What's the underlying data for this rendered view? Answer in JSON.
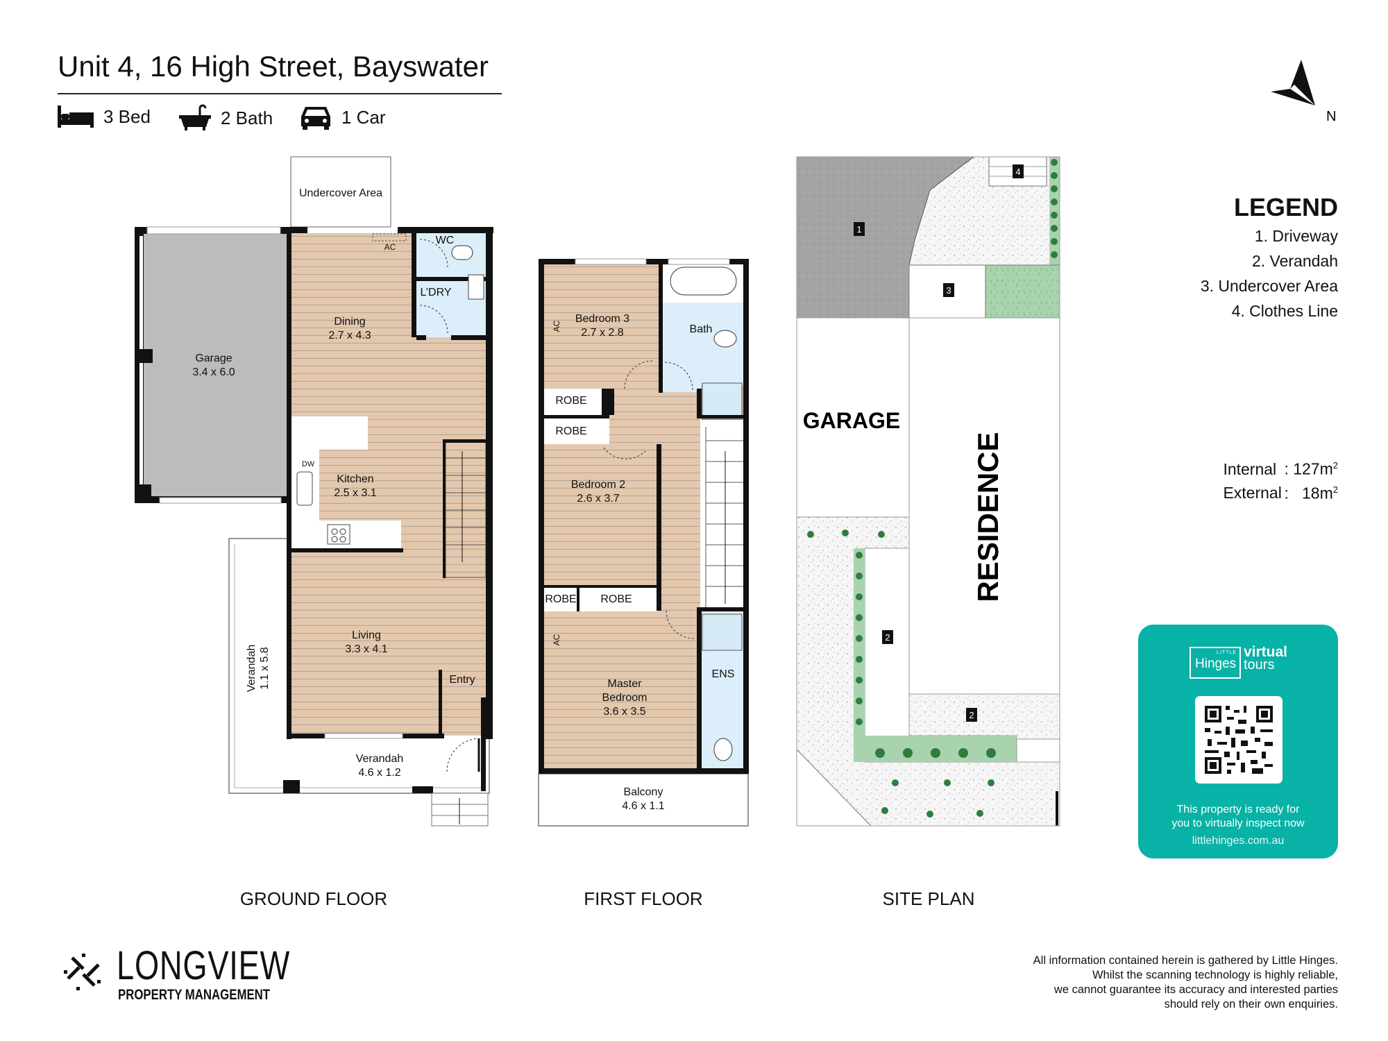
{
  "header": {
    "title": "Unit 4, 16 High Street, Bayswater",
    "features": [
      {
        "icon": "bed-icon",
        "label": "3 Bed"
      },
      {
        "icon": "bath-icon",
        "label": "2 Bath"
      },
      {
        "icon": "car-icon",
        "label": "1 Car"
      }
    ],
    "compass_label": "N"
  },
  "ground_floor": {
    "caption": "GROUND FLOOR",
    "rooms": {
      "undercover": "Undercover Area",
      "garage": {
        "name": "Garage",
        "size": "3.4 x 6.0"
      },
      "dining": {
        "name": "Dining",
        "size": "2.7 x 4.3"
      },
      "wc": "WC",
      "laundry": "L’DRY",
      "ac": "AC",
      "kitchen": {
        "name": "Kitchen",
        "size": "2.5 x 3.1"
      },
      "dw": "DW",
      "living": {
        "name": "Living",
        "size": "3.3 x 4.1"
      },
      "entry": "Entry",
      "verandah_front": {
        "name": "Verandah",
        "size": "4.6 x 1.2"
      },
      "verandah_side": {
        "name": "Verandah",
        "size": "1.1 x 5.8"
      }
    }
  },
  "first_floor": {
    "caption": "FIRST FLOOR",
    "rooms": {
      "bedroom3": {
        "name": "Bedroom 3",
        "size": "2.7 x 2.8"
      },
      "ac1": "AC",
      "ac2": "AC",
      "bath": "Bath",
      "robe1": "ROBE",
      "robe2": "ROBE",
      "bedroom2": {
        "name": "Bedroom 2",
        "size": "2.6 x 3.7"
      },
      "robe3": "ROBE",
      "robe4": "ROBE",
      "master": {
        "name1": "Master",
        "name2": "Bedroom",
        "size": "3.6 x 3.5"
      },
      "ens": "ENS",
      "balcony": {
        "name": "Balcony",
        "size": "4.6 x 1.1"
      }
    }
  },
  "site_plan": {
    "caption": "SITE PLAN",
    "garage": "GARAGE",
    "residence": "RESIDENCE",
    "markers": [
      "1",
      "2",
      "2",
      "3",
      "4"
    ]
  },
  "legend": {
    "title": "LEGEND",
    "items": [
      "1. Driveway",
      "2. Verandah",
      "3. Undercover Area",
      "4. Clothes Line"
    ]
  },
  "areas": {
    "internal_label": "Internal",
    "internal_value": "127m",
    "external_label": "External",
    "external_value": "18m",
    "unit_sup": "2"
  },
  "virtual_tour": {
    "brand_small": "LITTLE",
    "brand": "Hinges",
    "tag1": "virtual",
    "tag2": "tours",
    "line1": "This property is ready for",
    "line2": "you to virtually inspect now",
    "url": "littlehinges.com.au",
    "color": "#08b2a6"
  },
  "agency": {
    "name": "LONGVIEW",
    "sub": "PROPERTY MANAGEMENT"
  },
  "disclaimer": [
    "All information contained herein is gathered by Little Hinges.",
    "Whilst the scanning technology is highly reliable,",
    "we cannot guarantee its accuracy and interested parties",
    "should rely on their own enquiries."
  ]
}
